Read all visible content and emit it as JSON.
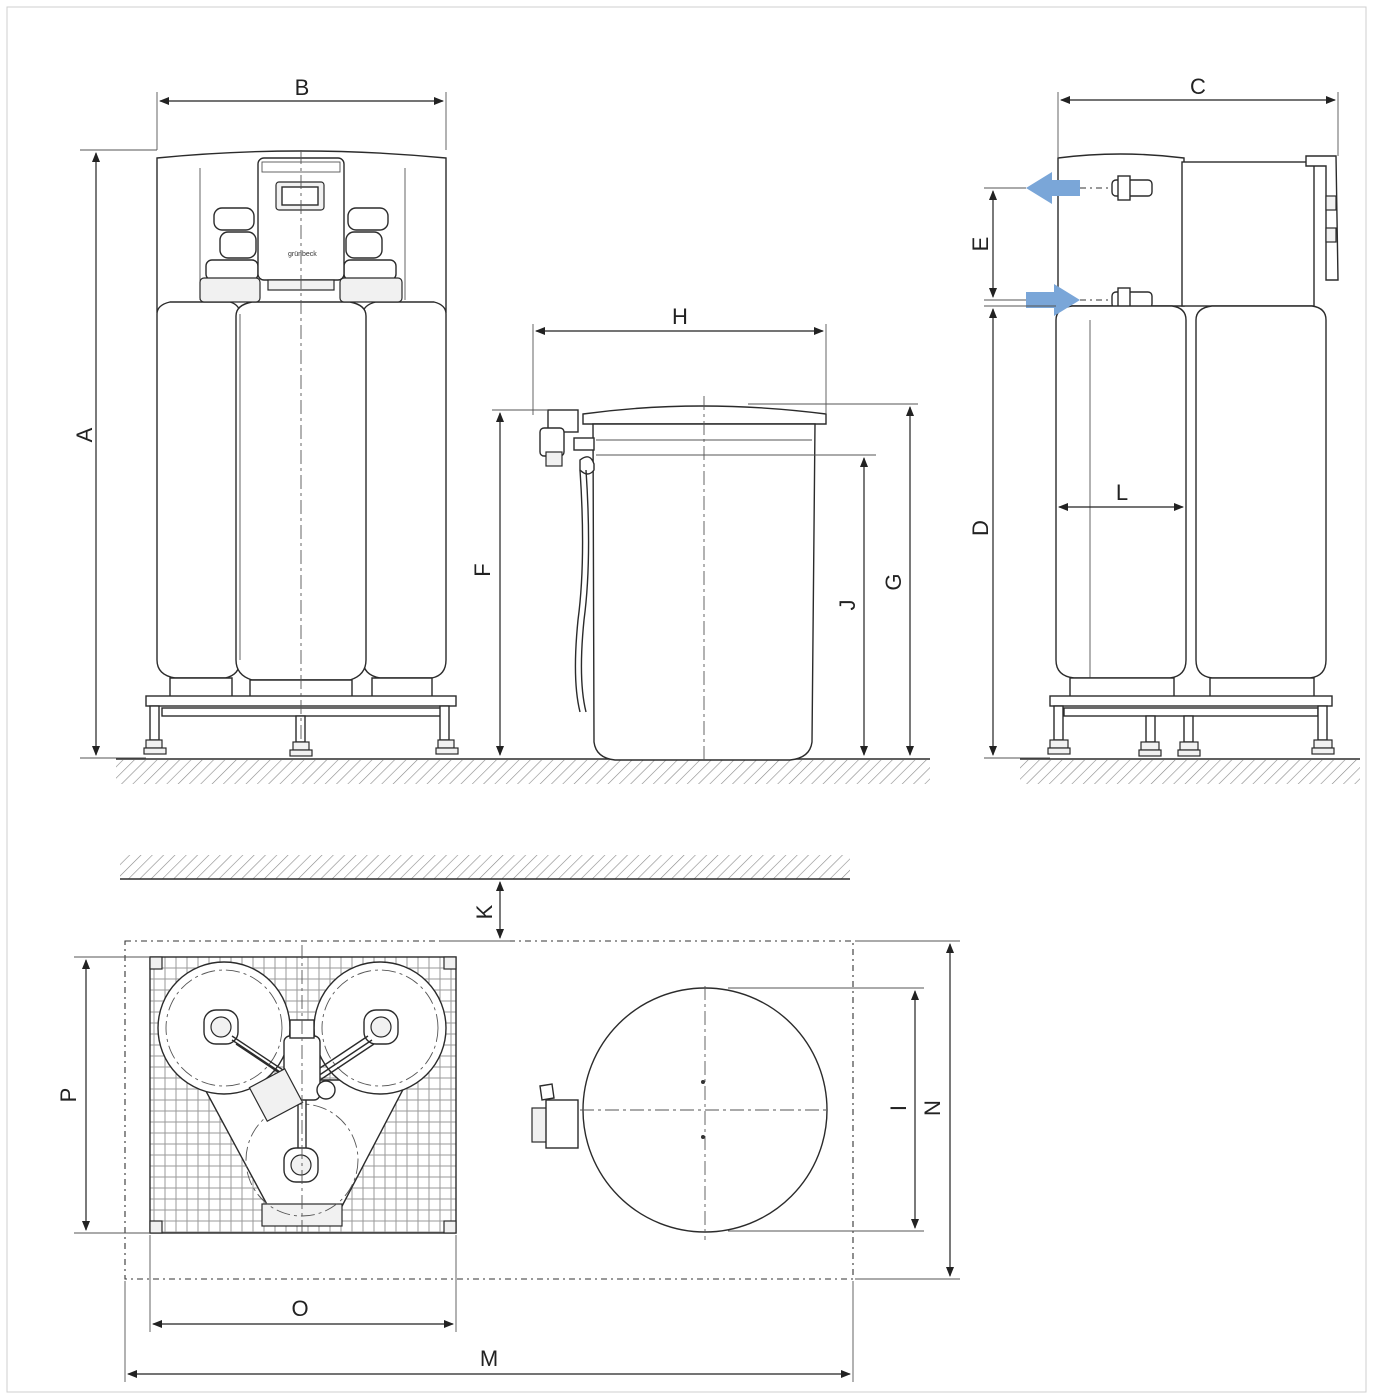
{
  "brand": "grünbeck",
  "dimension_labels": {
    "A": "A",
    "B": "B",
    "C": "C",
    "D": "D",
    "E": "E",
    "F": "F",
    "G": "G",
    "H": "H",
    "I": "I",
    "J": "J",
    "K": "K",
    "L": "L",
    "M": "M",
    "N": "N",
    "O": "O",
    "P": "P"
  },
  "colors": {
    "flow_arrow": "#7aa6d8",
    "line": "#2b2b2b"
  }
}
